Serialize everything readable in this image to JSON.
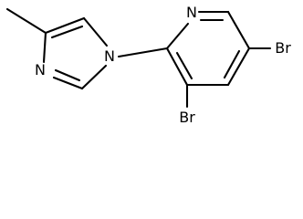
{
  "molecule": {
    "atoms": {
      "pyridine_n": "N",
      "imidazole_n1": "N",
      "imidazole_n3": "N",
      "bromo_upper": "Br",
      "bromo_lower": "Br"
    },
    "colors": {
      "bond": "#000000",
      "label": "#000000",
      "background": "#ffffff"
    }
  }
}
